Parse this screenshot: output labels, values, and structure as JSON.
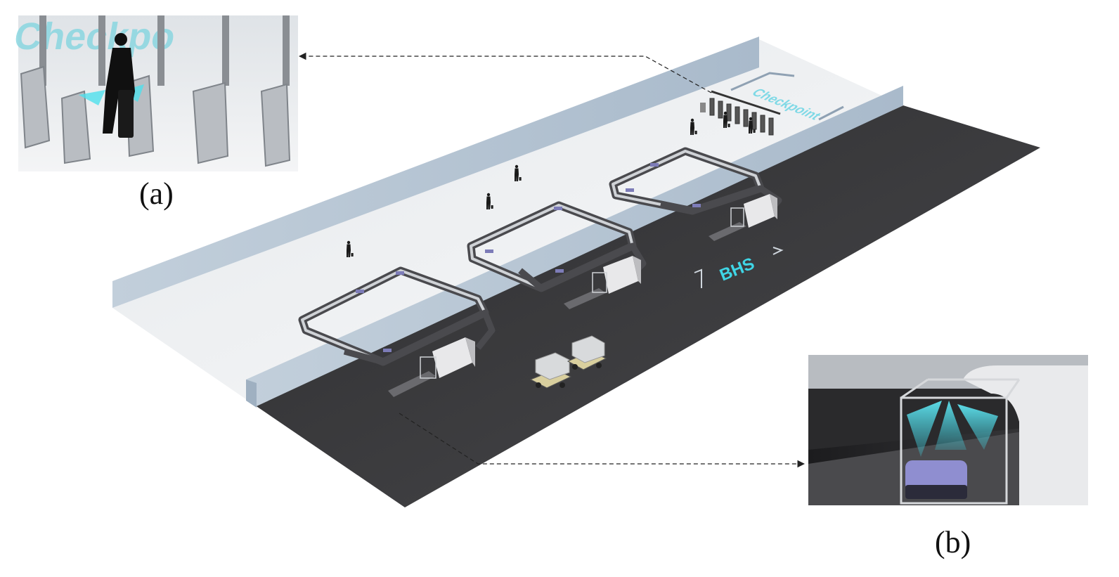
{
  "captions": {
    "a": "(a)",
    "b": "(b)"
  },
  "labels": {
    "checkpoint_floor": "Checkpoint",
    "checkpoint_inset": "Checkpo",
    "bhs": "BHS"
  },
  "icons": {
    "passenger": "person-with-suitcase-icon",
    "conveyor": "baggage-carousel-icon",
    "scanner": "baggage-scanner-icon",
    "cart": "baggage-cart-icon"
  },
  "colors": {
    "floor_light": "#eef0f2",
    "floor_dark": "#3a3a3c",
    "wall": "#bcc9d6",
    "accent_cyan": "#3fd6e6",
    "tray_purple": "#7d7cb8",
    "arrow": "#222222"
  }
}
